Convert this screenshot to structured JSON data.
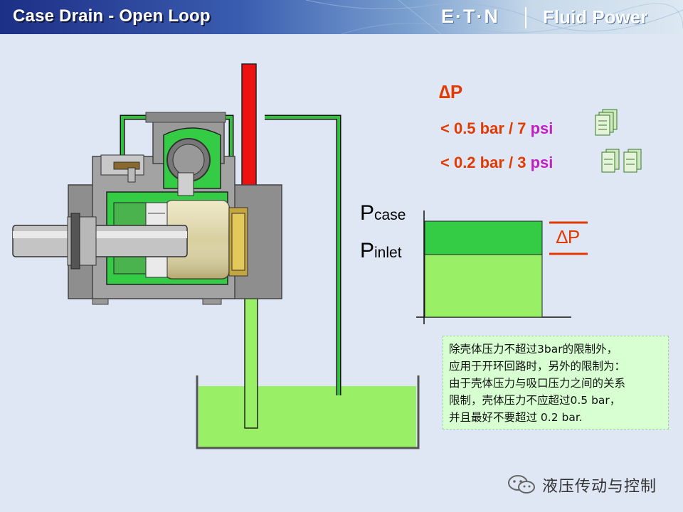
{
  "header": {
    "title": "Case Drain - Open Loop",
    "brand": "E·T·N",
    "brand_sub": "Fluid Power"
  },
  "pressure_limits": {
    "heading": "∆P",
    "rule1_prefix": "< 0.5 bar / 7 ",
    "rule1_unit": "psi",
    "rule2_prefix": "< 0.2 bar / 3 ",
    "rule2_unit": "psi"
  },
  "pressure_diagram": {
    "p_case_letter": "P",
    "p_case_sub": "case",
    "p_inlet_letter": "P",
    "p_inlet_sub": "inlet",
    "delta_label": "∆P"
  },
  "note": {
    "lines": [
      "除壳体压力不超过3bar的限制外，",
      "应用于开环回路时，另外的限制为：",
      "由于壳体压力与吸口压力之间的关系",
      "限制，壳体压力不应超过0.5 bar，",
      "并且最好不要超过 0.2 bar."
    ]
  },
  "watermark": {
    "text": "液压传动与控制"
  },
  "colors": {
    "accent_red": "#e23a00",
    "magenta": "#c020c0",
    "fluid_light": "#99ef66",
    "fluid_dark": "#33cc44",
    "case_line": "#ee1111"
  }
}
